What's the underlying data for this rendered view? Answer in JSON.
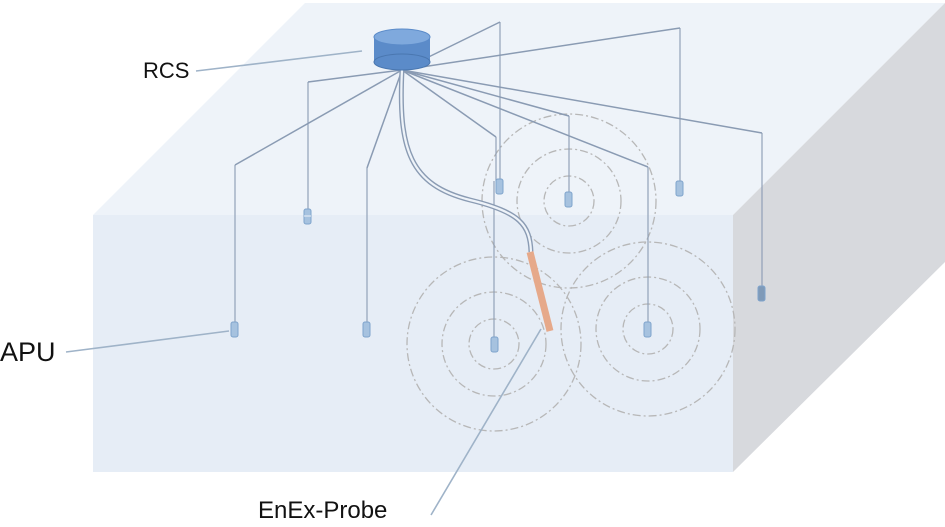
{
  "labels": {
    "rcs": "RCS",
    "apu": "APU",
    "probe": "EnEx-Probe"
  },
  "colors": {
    "block_top": "#eef3f9",
    "block_front": "#e6edf6",
    "block_side": "#d7d9dd",
    "cable": "#8a9bb3",
    "unit": "#a6c2df",
    "rcs": "#5b8bc9",
    "probe": "#e6a98a",
    "signal_ring": "#b7b7b7",
    "leader": "#9fb3c8"
  },
  "icons": {
    "rcs": "cylinder-station-icon",
    "apu": "capsule-unit-icon",
    "probe": "probe-bar-icon"
  }
}
